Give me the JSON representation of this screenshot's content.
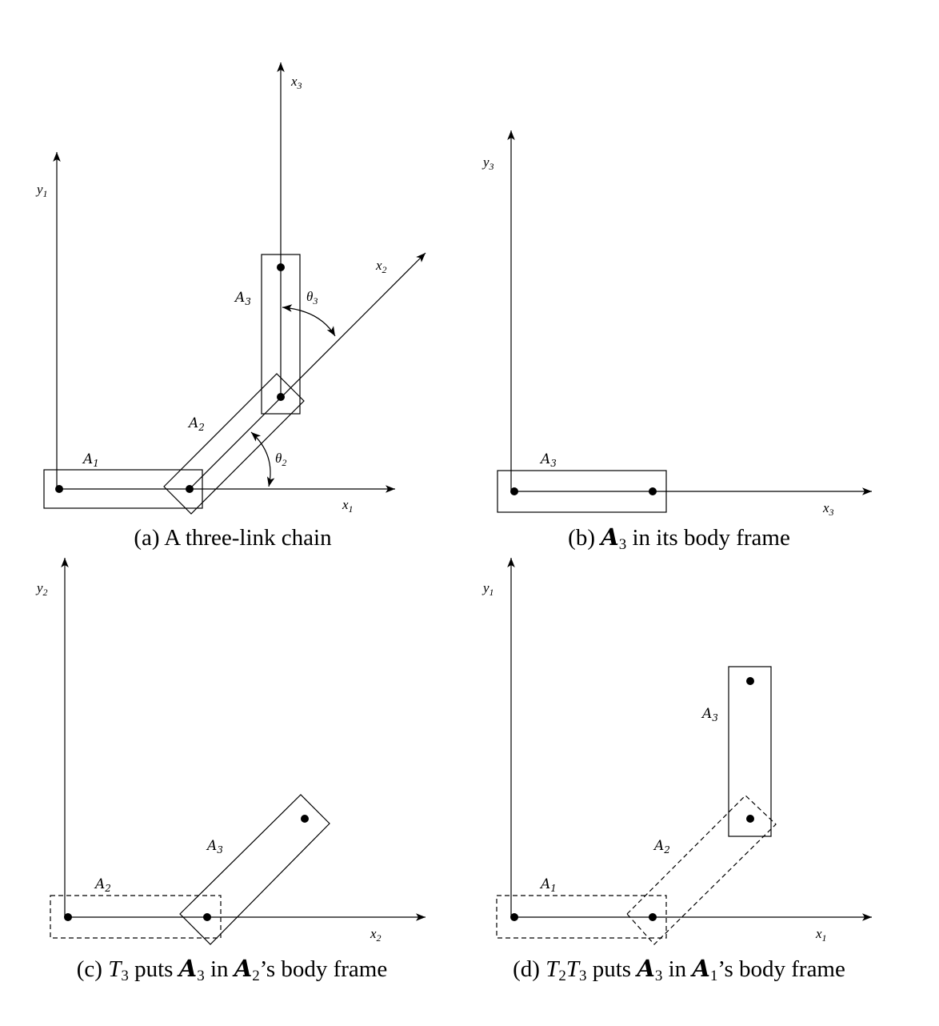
{
  "panels": {
    "a": {
      "caption": "(a) A three-link chain",
      "labels": {
        "y1": "y",
        "y1_sub": "1",
        "x1": "x",
        "x1_sub": "1",
        "x2": "x",
        "x2_sub": "2",
        "x3": "x",
        "x3_sub": "3",
        "A1": "A",
        "A1_sub": "1",
        "A2": "A",
        "A2_sub": "2",
        "A3": "A",
        "A3_sub": "3",
        "theta2": "θ",
        "theta2_sub": "2",
        "theta3": "θ",
        "theta3_sub": "3"
      }
    },
    "b": {
      "caption_pre": "(b) ",
      "caption_A": "A",
      "caption_A_sub": "3",
      "caption_post": " in its body frame",
      "labels": {
        "y3": "y",
        "y3_sub": "3",
        "x3": "x",
        "x3_sub": "3",
        "A3": "A",
        "A3_sub": "3"
      }
    },
    "c": {
      "caption_pre": "(c) ",
      "caption_T": "T",
      "caption_T_sub": "3",
      "caption_mid1": " puts ",
      "caption_A": "A",
      "caption_A_sub": "3",
      "caption_mid2": " in ",
      "caption_B": "A",
      "caption_B_sub": "2",
      "caption_post": "’s body frame",
      "labels": {
        "y2": "y",
        "y2_sub": "2",
        "x2": "x",
        "x2_sub": "2",
        "A2": "A",
        "A2_sub": "2",
        "A3": "A",
        "A3_sub": "3"
      }
    },
    "d": {
      "caption_pre": "(d) ",
      "caption_T1": "T",
      "caption_T1_sub": "2",
      "caption_T2": "T",
      "caption_T2_sub": "3",
      "caption_mid1": " puts ",
      "caption_A": "A",
      "caption_A_sub": "3",
      "caption_mid2": " in ",
      "caption_B": "A",
      "caption_B_sub": "1",
      "caption_post": "’s body frame",
      "labels": {
        "y1": "y",
        "y1_sub": "1",
        "x1": "x",
        "x1_sub": "1",
        "A1": "A",
        "A1_sub": "1",
        "A2": "A",
        "A2_sub": "2",
        "A3": "A",
        "A3_sub": "3"
      }
    }
  }
}
